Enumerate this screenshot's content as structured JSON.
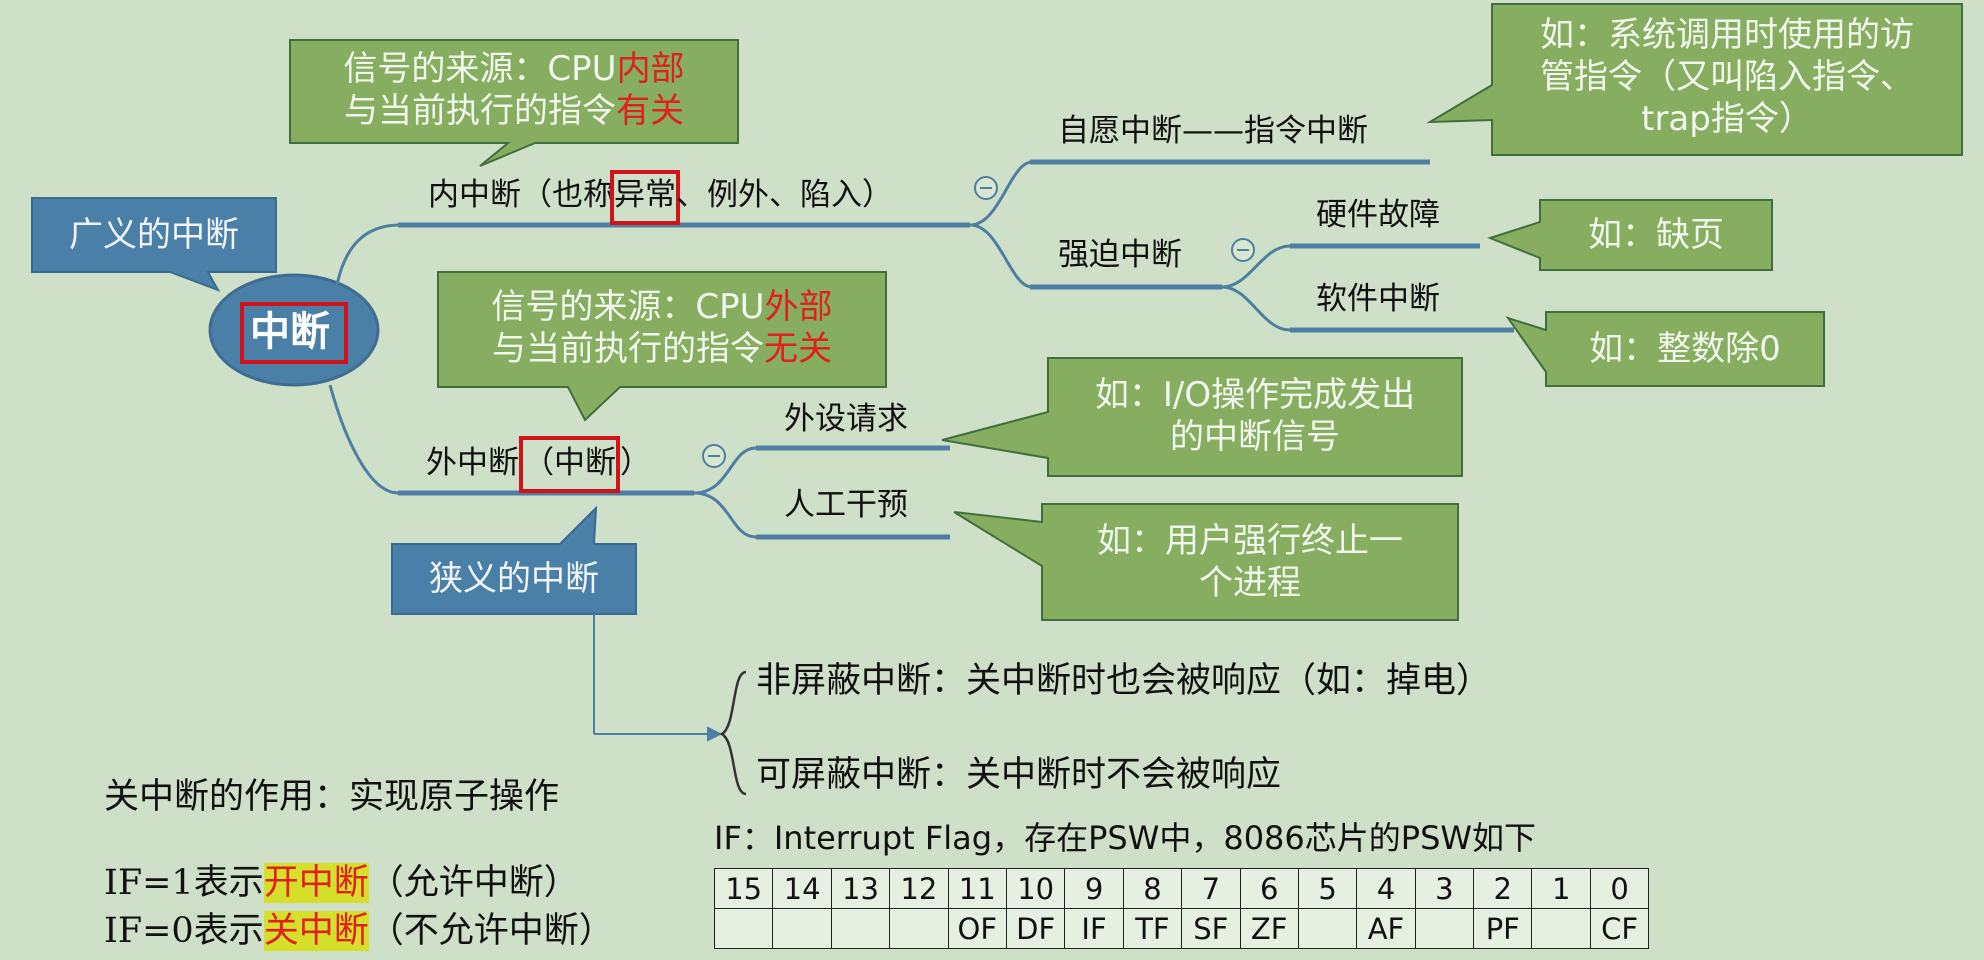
{
  "root": {
    "label": "中断"
  },
  "labels": {
    "broad": "广义的中断",
    "narrow": "狭义的中断"
  },
  "internal": {
    "label_pre": "内中断（也称",
    "label_box": "异常",
    "label_post": "、例外、陷入）",
    "source_note": {
      "line1_a": "信号的来源：CPU",
      "line1_b": "内部",
      "line2_a": "与当前执行的指令",
      "line2_b": "有关"
    },
    "voluntary": {
      "label": "自愿中断——指令中断",
      "note": [
        "如：系统调用时使用的访",
        "管指令（又叫陷入指令、",
        "trap指令）"
      ]
    },
    "forced": {
      "label": "强迫中断",
      "hardware": {
        "label": "硬件故障",
        "note": "如：缺页"
      },
      "software": {
        "label": "软件中断",
        "note": "如：整数除0"
      }
    }
  },
  "external": {
    "label_pre": "外中断",
    "label_box": "（中断",
    "label_post": "）",
    "source_note": {
      "line1_a": "信号的来源：CPU",
      "line1_b": "外部",
      "line2_a": "与当前执行的指令",
      "line2_b": "无关"
    },
    "peripheral": {
      "label": "外设请求",
      "note": [
        "如：I/O操作完成发出",
        "的中断信号"
      ]
    },
    "manual": {
      "label": "人工干预",
      "note": [
        "如：用户强行终止一",
        "个进程"
      ]
    }
  },
  "collapse_icon": "minus-circle-icon",
  "nmi": "非屏蔽中断：关中断时也会被响应（如：掉电）",
  "maskable": "可屏蔽中断：关中断时不会被响应",
  "disable_purpose": "关中断的作用：实现原子操作",
  "if1": {
    "pre": "IF=1表示",
    "hl": "开中断",
    "post": "（允许中断）"
  },
  "if0": {
    "pre": "IF=0表示",
    "hl": "关中断",
    "post": "（不允许中断）"
  },
  "if_title": "IF：Interrupt Flag，存在PSW中，8086芯片的PSW如下",
  "psw": {
    "bits": [
      "15",
      "14",
      "13",
      "12",
      "11",
      "10",
      "9",
      "8",
      "7",
      "6",
      "5",
      "4",
      "3",
      "2",
      "1",
      "0"
    ],
    "flags": [
      "",
      "",
      "",
      "",
      "OF",
      "DF",
      "IF",
      "TF",
      "SF",
      "ZF",
      "",
      "AF",
      "",
      "PF",
      "",
      "CF"
    ]
  },
  "colors": {
    "callout_green": "#86ad60",
    "label_blue": "#4a7fa8",
    "highlight_red": "#e0201a",
    "highlight_yellow": "#d6df2a",
    "box_red": "#d0131b"
  }
}
